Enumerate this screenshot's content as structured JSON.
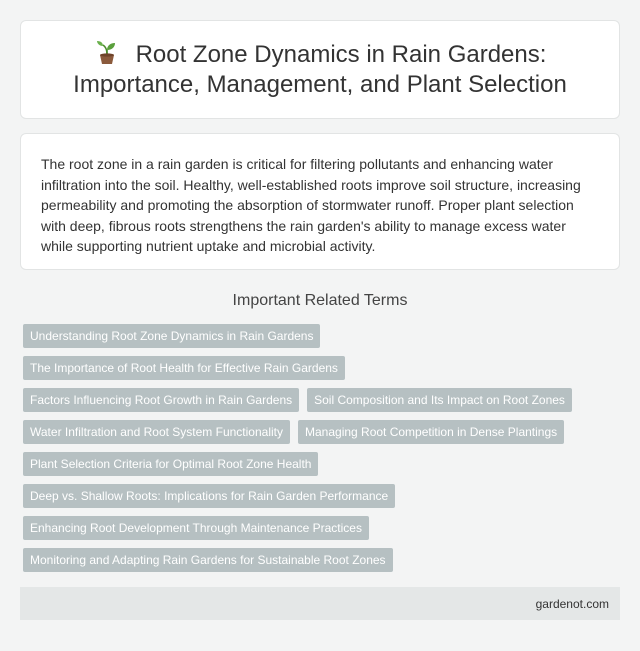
{
  "header": {
    "icon": "sprout-icon",
    "title": "Root Zone Dynamics in Rain Gardens: Importance, Management, and Plant Selection"
  },
  "description": "The root zone in a rain garden is critical for filtering pollutants and enhancing water infiltration into the soil. Healthy, well-established roots improve soil structure, increasing permeability and promoting the absorption of stormwater runoff. Proper plant selection with deep, fibrous roots strengthens the rain garden's ability to manage excess water while supporting nutrient uptake and microbial activity.",
  "related": {
    "heading": "Important Related Terms",
    "terms": [
      "Understanding Root Zone Dynamics in Rain Gardens",
      "The Importance of Root Health for Effective Rain Gardens",
      "Factors Influencing Root Growth in Rain Gardens",
      "Soil Composition and Its Impact on Root Zones",
      "Water Infiltration and Root System Functionality",
      "Managing Root Competition in Dense Plantings",
      "Plant Selection Criteria for Optimal Root Zone Health",
      "Deep vs. Shallow Roots: Implications for Rain Garden Performance",
      "Enhancing Root Development Through Maintenance Practices",
      "Monitoring and Adapting Rain Gardens for Sustainable Root Zones"
    ]
  },
  "footer": {
    "site": "gardenot.com"
  },
  "colors": {
    "tag_bg": "#b6c0c2",
    "footer_bg": "#e4e7e7",
    "page_bg": "#f3f4f4"
  }
}
